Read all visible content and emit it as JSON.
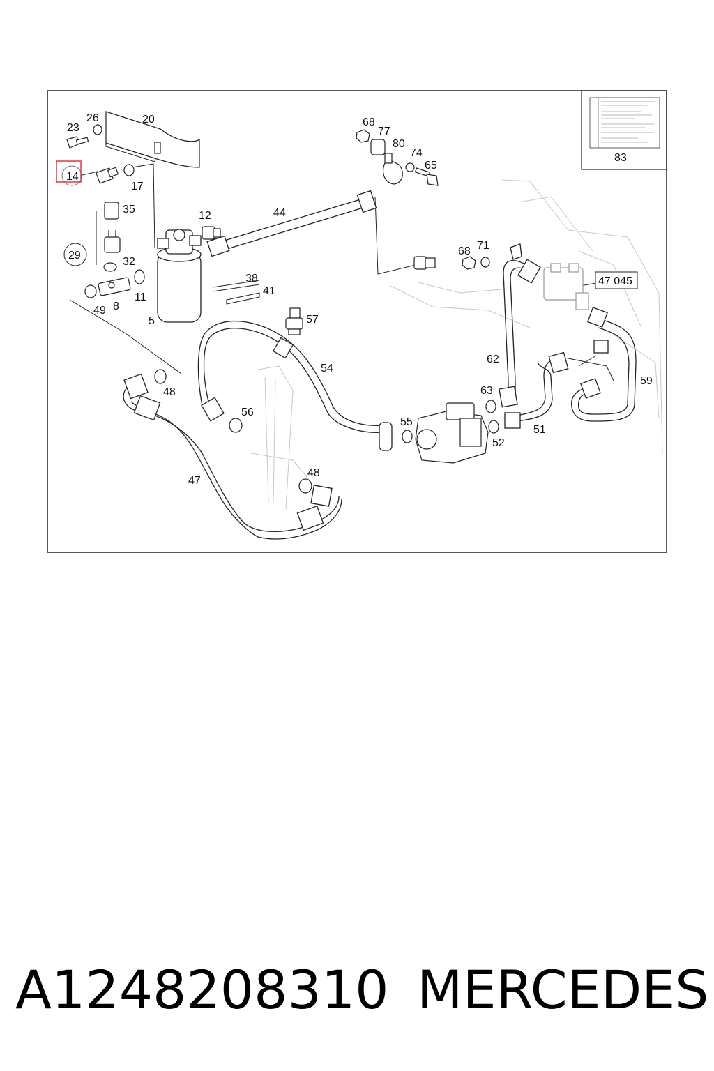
{
  "part_number": "A1248208310",
  "brand": "MERCEDES",
  "highlighted_label": "14",
  "highlight_color": "#e8353a",
  "labels": {
    "l20": "20",
    "l23": "23",
    "l26": "26",
    "l14": "14",
    "l17": "17",
    "l35": "35",
    "l29": "29",
    "l32": "32",
    "l11": "11",
    "l49": "49",
    "l8": "8",
    "l5": "5",
    "l12": "12",
    "l44": "44",
    "l38": "38",
    "l41": "41",
    "l57": "57",
    "l54": "54",
    "l68a": "68",
    "l77": "77",
    "l80": "80",
    "l74": "74",
    "l65": "65",
    "l68b": "68",
    "l71": "71",
    "l47045": "47 045",
    "l62": "62",
    "l59": "59",
    "l63": "63",
    "l55": "55",
    "l51": "51",
    "l52": "52",
    "l48a": "48",
    "l56": "56",
    "l47": "47",
    "l48b": "48",
    "l83": "83"
  }
}
